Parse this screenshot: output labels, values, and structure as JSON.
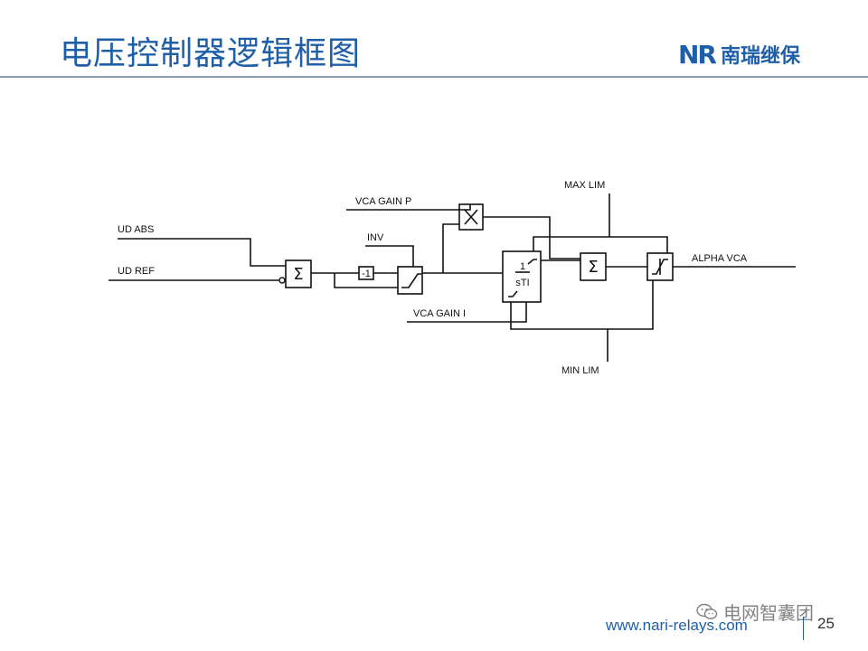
{
  "slide": {
    "title": "电压控制器逻辑框图"
  },
  "logo": {
    "mark": "NR",
    "text": "南瑞继保"
  },
  "diagram": {
    "labels": {
      "ud_abs": "UD ABS",
      "ud_ref": "UD REF",
      "vca_gain_p": "VCA GAIN P",
      "inv": "INV",
      "max_lim": "MAX LIM",
      "alpha_vca": "ALPHA VCA",
      "vca_gain_i": "VCA GAIN I",
      "min_lim": "MIN LIM"
    },
    "blocks": {
      "negate": "-1",
      "integrator_num": "1",
      "integrator_den": "sTI"
    }
  },
  "footer": {
    "url": "www.nari-relays.com",
    "page": "25"
  },
  "watermark": {
    "text": "电网智囊团"
  }
}
